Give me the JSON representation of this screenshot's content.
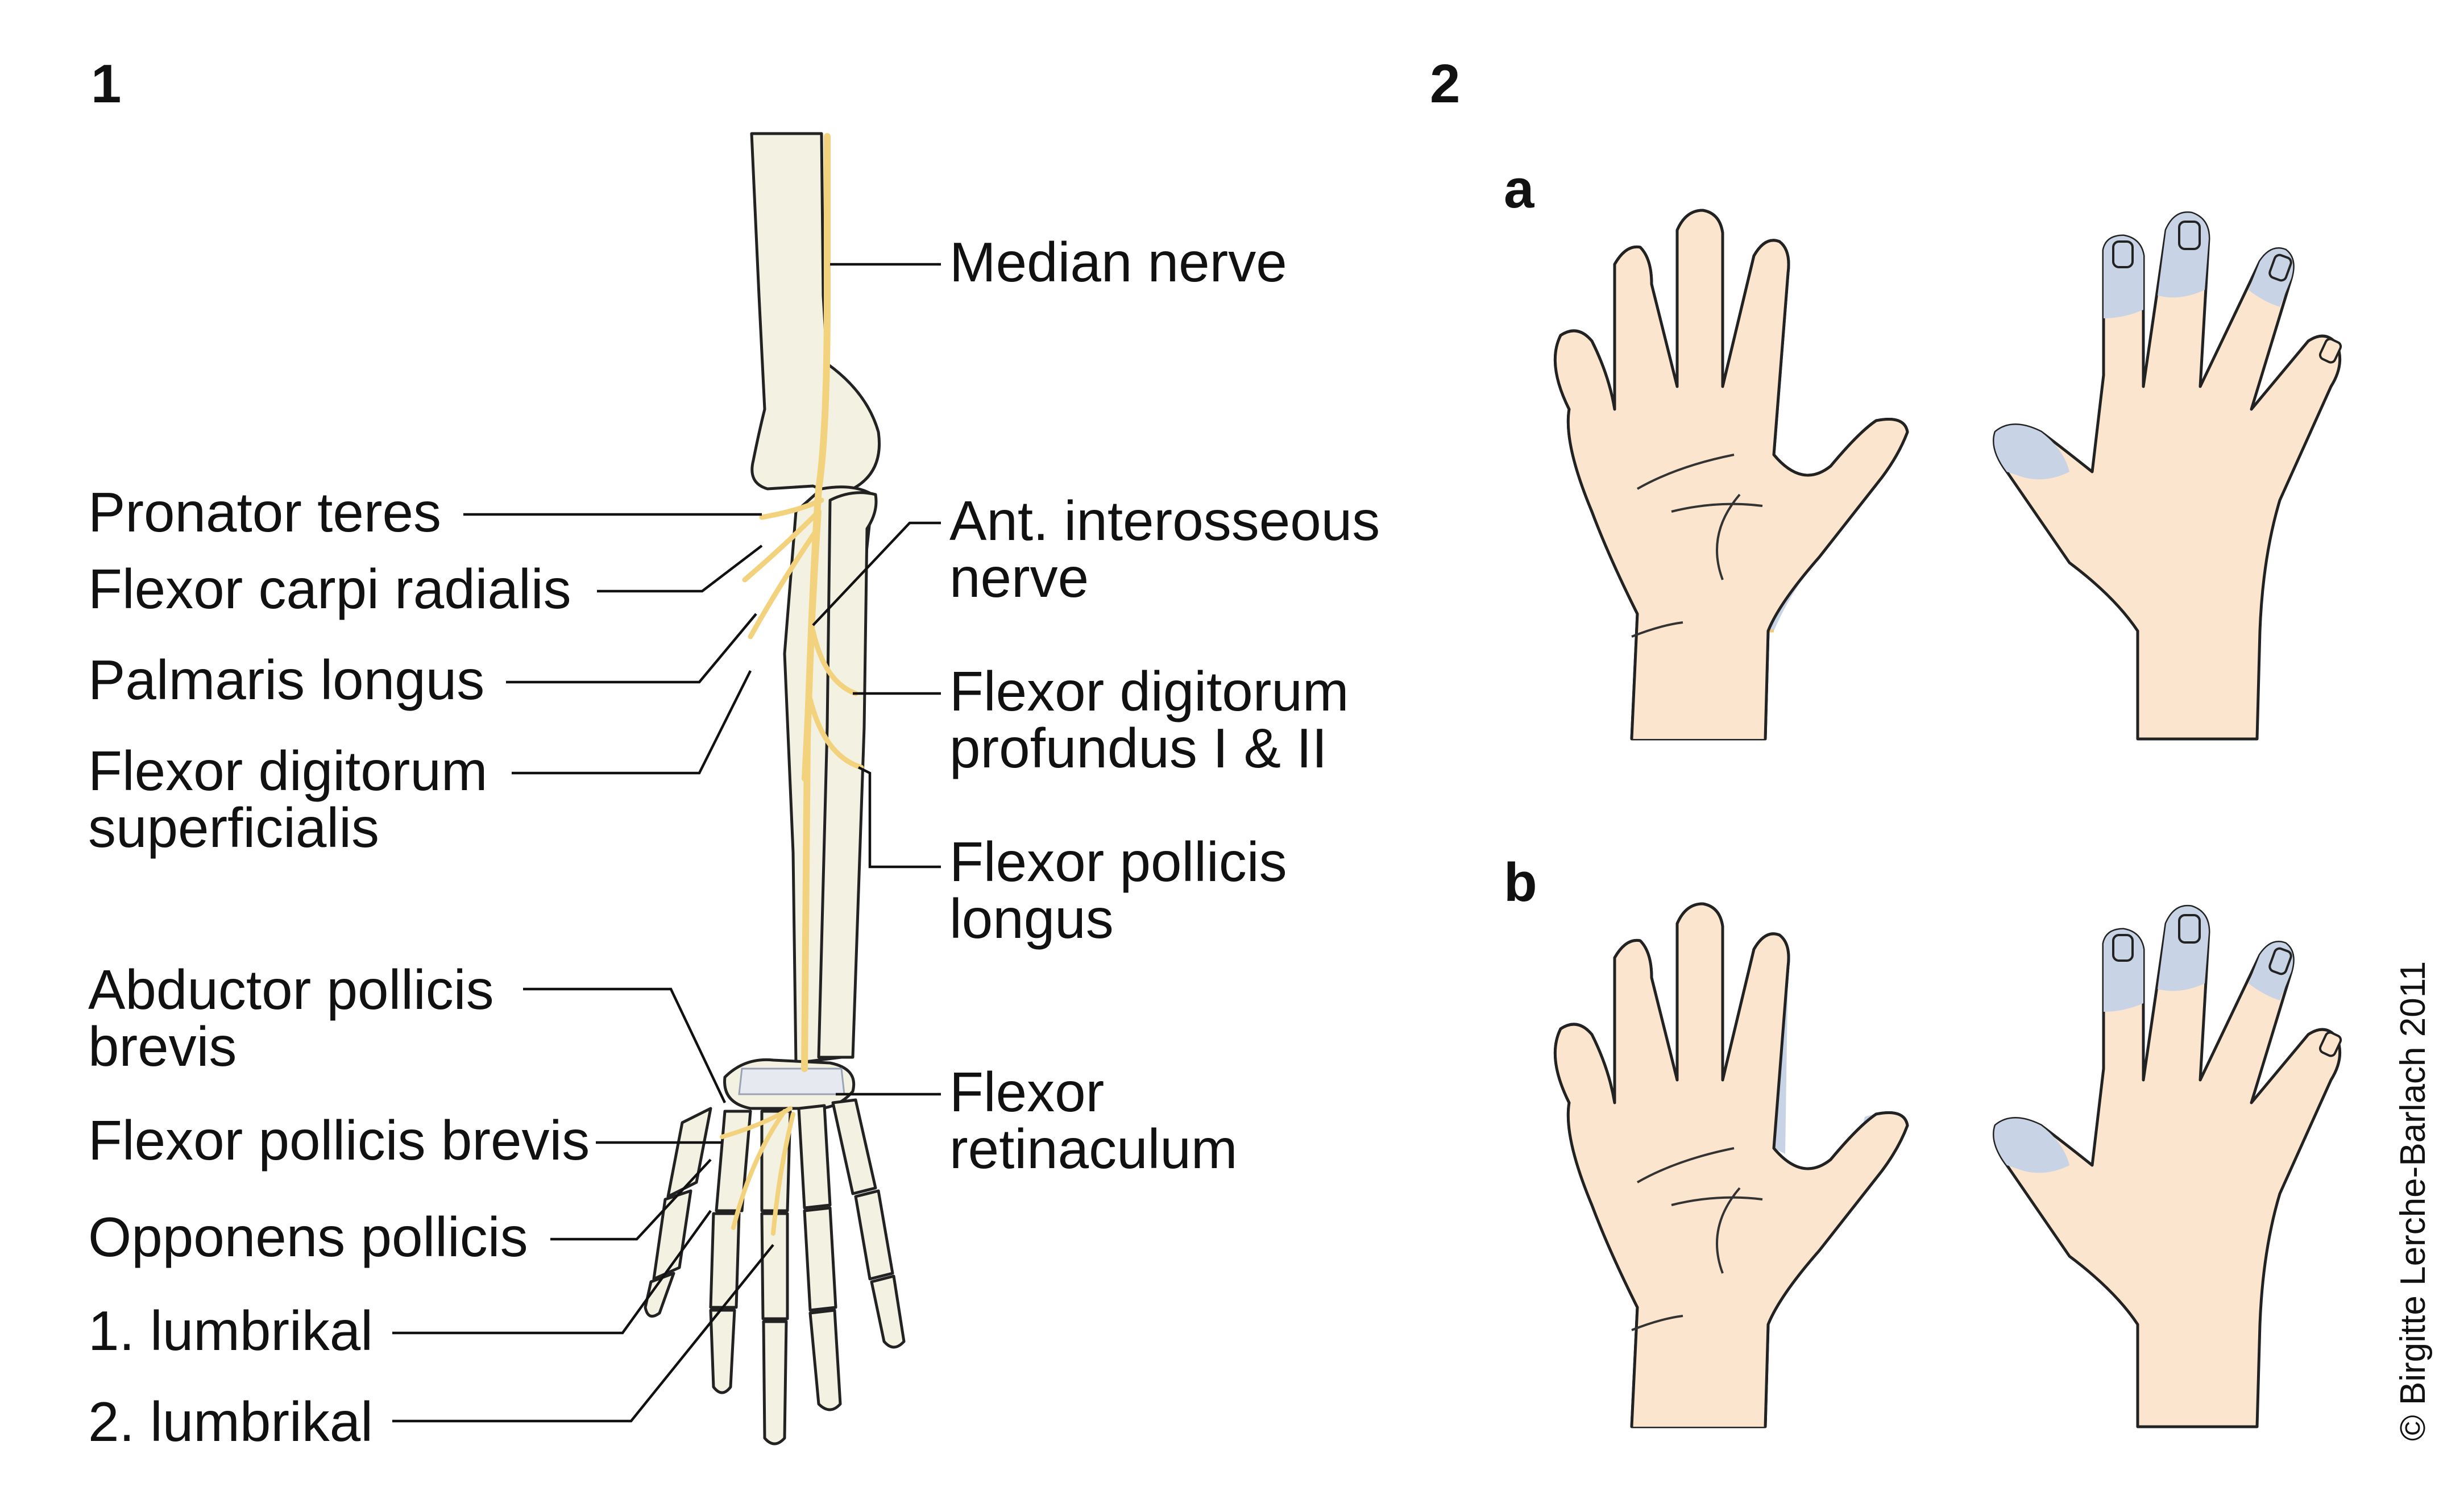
{
  "panels": {
    "p1": "1",
    "p2": "2",
    "a": "a",
    "b": "b"
  },
  "labels_left": [
    "Pronator teres",
    "Flexor carpi radialis",
    "Palmaris longus",
    "Flexor digitorum",
    "superficialis",
    "Abductor pollicis",
    "brevis",
    "Flexor pollicis brevis",
    "Opponens pollicis",
    "1. lumbrikal",
    "2. lumbrikal"
  ],
  "labels_right": [
    "Median nerve",
    "Ant. interosseous",
    "nerve",
    "Flexor digitorum",
    "profundus I & II",
    "Flexor pollicis",
    "longus",
    "Flexor",
    "retinaculum"
  ],
  "copyright": "© Birgitte Lerche-Barlach 2011",
  "colors": {
    "nerve": "#f3d27e",
    "bone": "#f3f1e2",
    "skin": "#fbe5ce",
    "sensory_zone": "#c8d3e5"
  }
}
